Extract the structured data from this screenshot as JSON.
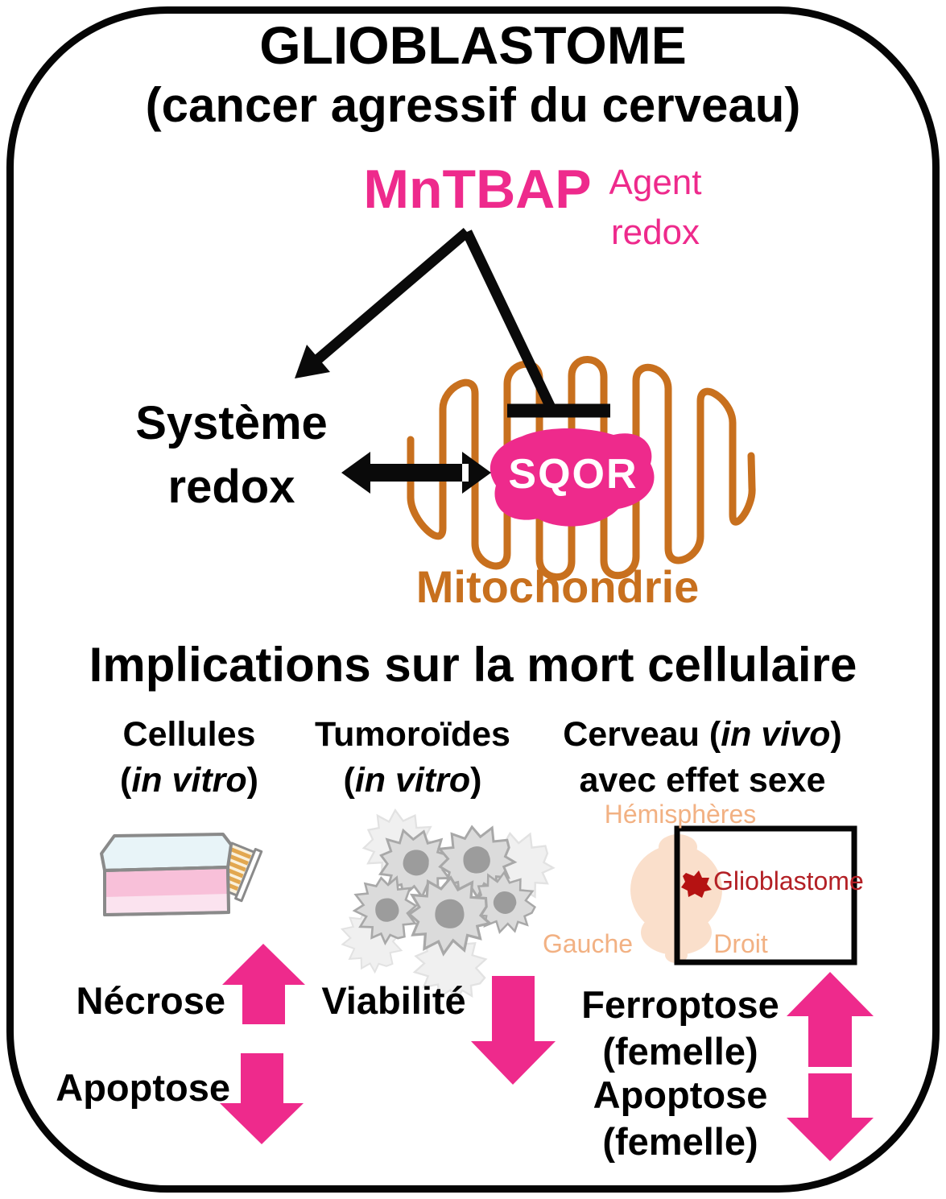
{
  "title": {
    "line1": "GLIOBLASTOME",
    "line2": "(cancer agressif du cerveau)"
  },
  "treatment": {
    "name": "MnTBAP",
    "role_line1": "Agent",
    "role_line2": "redox"
  },
  "redox_system": {
    "line1": "Système",
    "line2": "redox"
  },
  "mitochondrion": {
    "enzyme_label": "SQOR",
    "organelle_label": "Mitochondrie"
  },
  "section_heading": "Implications sur la mort cellulaire",
  "models": [
    {
      "name_pre": "Cellules",
      "sub_pre": "(",
      "sub_italic": "in vitro",
      "sub_post": ")"
    },
    {
      "name_pre": "Tumoroïdes",
      "sub_pre": "(",
      "sub_italic": "in vitro",
      "sub_post": ")"
    },
    {
      "name_pre": "Cerveau (",
      "name_italic": "in vivo",
      "name_post": ")",
      "sub_pre": "avec effet sexe"
    }
  ],
  "brain": {
    "hemispheres_label": "Hémisphères",
    "left_label": "Gauche",
    "right_label": "Droit",
    "tumor_label": "Glioblastome"
  },
  "findings": [
    {
      "label": "Nécrose",
      "direction": "up"
    },
    {
      "label": "Viabilité",
      "direction": "down"
    },
    {
      "label": "Apoptose",
      "direction": "down"
    },
    {
      "label": "Ferroptose",
      "qualifier": "(femelle)",
      "direction": "up"
    },
    {
      "label": "Apoptose",
      "qualifier": "(femelle)",
      "direction": "down"
    }
  ],
  "colors": {
    "accent_pink": "#EE2A8C",
    "mitochondria_orange": "#C8701E",
    "brain_peach": "#FADFCB",
    "side_label_orange": "#F2B183",
    "tumor_blob_red": "#B51212",
    "tumor_label_red": "#B32025",
    "line_black": "#0A0A0A"
  }
}
